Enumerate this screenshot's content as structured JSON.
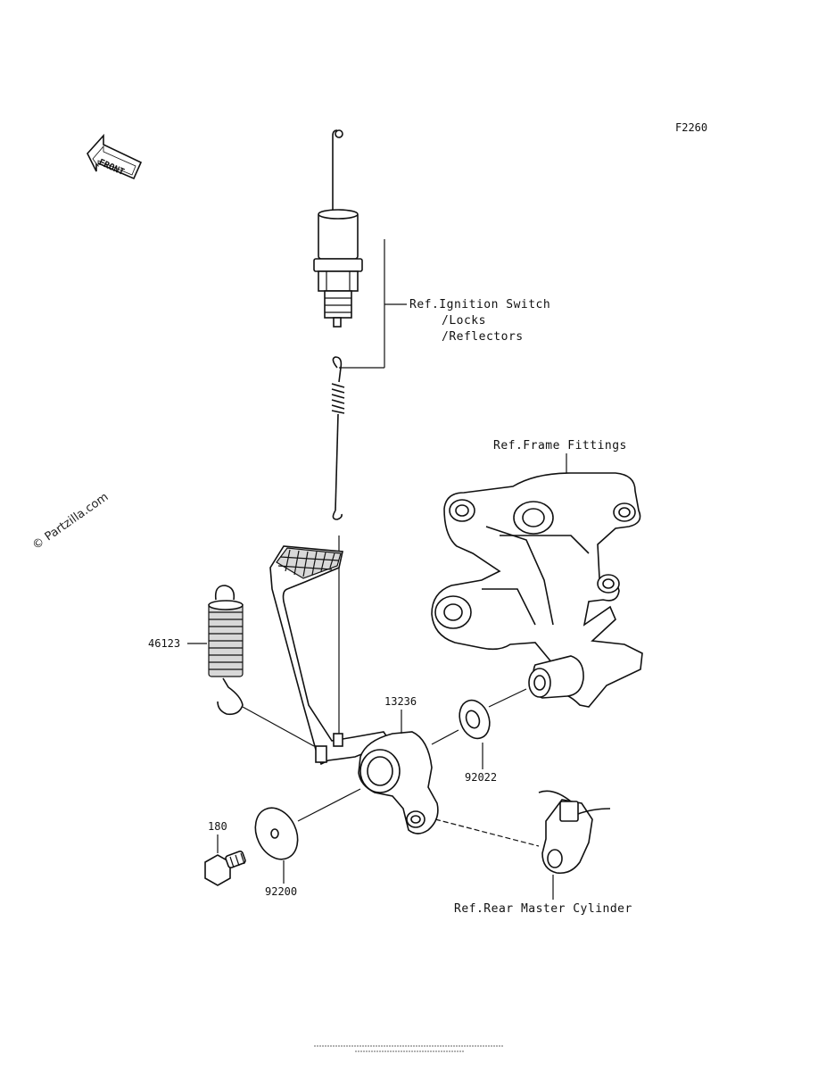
{
  "figure_id": "F2260",
  "watermark": "© Partzilla.com",
  "front_label": "FRONT",
  "callouts": {
    "ignition_ref": [
      "Ref.Ignition Switch",
      "/Locks",
      "/Reflectors"
    ],
    "frame_ref": "Ref.Frame Fittings",
    "rear_master_ref": "Ref.Rear Master Cylinder"
  },
  "parts": [
    {
      "number": "46123"
    },
    {
      "number": "13236"
    },
    {
      "number": "92022"
    },
    {
      "number": "180"
    },
    {
      "number": "92200"
    }
  ]
}
